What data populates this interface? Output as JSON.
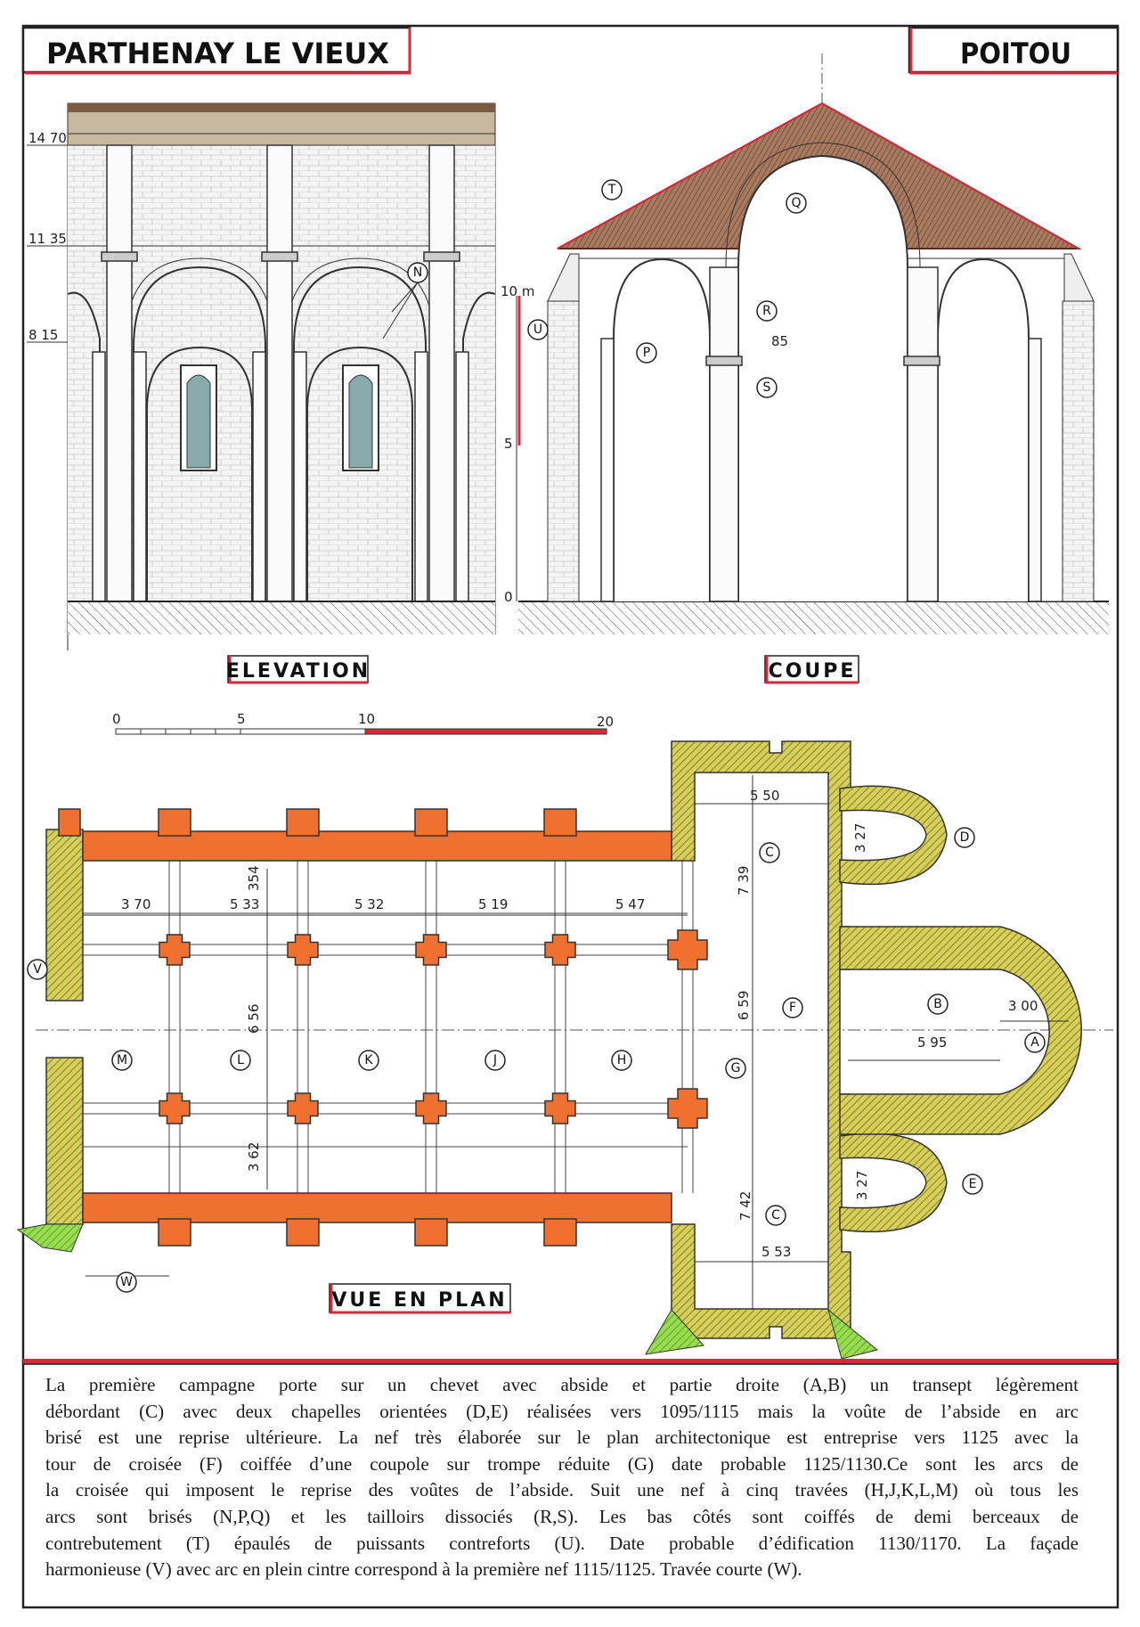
{
  "header": {
    "title_left": "PARTHENAY LE VIEUX",
    "title_right": "POITOU"
  },
  "captions": {
    "elevation": "ELEVATION",
    "coupe": "COUPE",
    "plan": "VUE EN PLAN"
  },
  "elevation": {
    "heights": [
      "14 70",
      "11 35",
      "8 15"
    ],
    "label_n": "N"
  },
  "coupe": {
    "labels": {
      "T": "T",
      "Q": "Q",
      "U": "U",
      "P": "P",
      "R": "R",
      "S": "S"
    },
    "dim_85": "85",
    "scale": [
      "10 m",
      "5",
      "0"
    ]
  },
  "scale_bar": {
    "ticks": [
      "0",
      "5",
      "10",
      "20"
    ]
  },
  "plan": {
    "bays": [
      "M",
      "L",
      "K",
      "J",
      "H"
    ],
    "labels": {
      "V": "V",
      "C1": "C",
      "C2": "C",
      "F": "F",
      "G": "G",
      "B": "B",
      "A": "A",
      "D": "D",
      "E": "E",
      "W": "W"
    },
    "nave_dims": [
      "3 70",
      "5 33",
      "5 32",
      "5 19",
      "5 47"
    ],
    "dims": {
      "d354": "354",
      "d656": "6 56",
      "d362": "3 62",
      "d550": "5 50",
      "d739": "7 39",
      "d659": "6 59",
      "d742": "7 42",
      "d553": "5 53",
      "d327a": "3 27",
      "d327b": "3 27",
      "d300": "3 00",
      "d595": "5 95"
    }
  },
  "description": {
    "lines": [
      "La première campagne porte sur un chevet avec abside et partie droite (A,B) un transept légèrement",
      "débordant (C) avec deux chapelles orientées (D,E) réalisées vers 1095/1115 mais la voûte de l’abside en arc",
      "brisé est une reprise ultérieure. La nef très élaborée sur le plan architectonique est entreprise vers 1125 avec la",
      "tour de croisée (F) coiffée d’une coupole sur trompe réduite (G) date probable 1125/1130.Ce sont les arcs de",
      "la croisée qui imposent le reprise des voûtes de l’abside. Suit une nef à cinq travées (H,J,K,L,M) où tous les",
      "arcs sont brisés (N,P,Q) et les tailloirs dissociés (R,S). Les bas côtés sont coiffés de demi berceaux de",
      "contrebutement (T) épaulés de puissants contreforts (U). Date probable d’édification 1130/1170. La façade",
      "harmonieuse  (V) avec arc en plein cintre correspond à la première nef 1115/1125. Travée courte (W)."
    ]
  },
  "colors": {
    "accent_red": "#d8283a",
    "pier_orange": "#f07030",
    "wall_olive": "#c9c24a",
    "buttress_green": "#8ed64a",
    "roof_brown": "#8a5a40"
  }
}
